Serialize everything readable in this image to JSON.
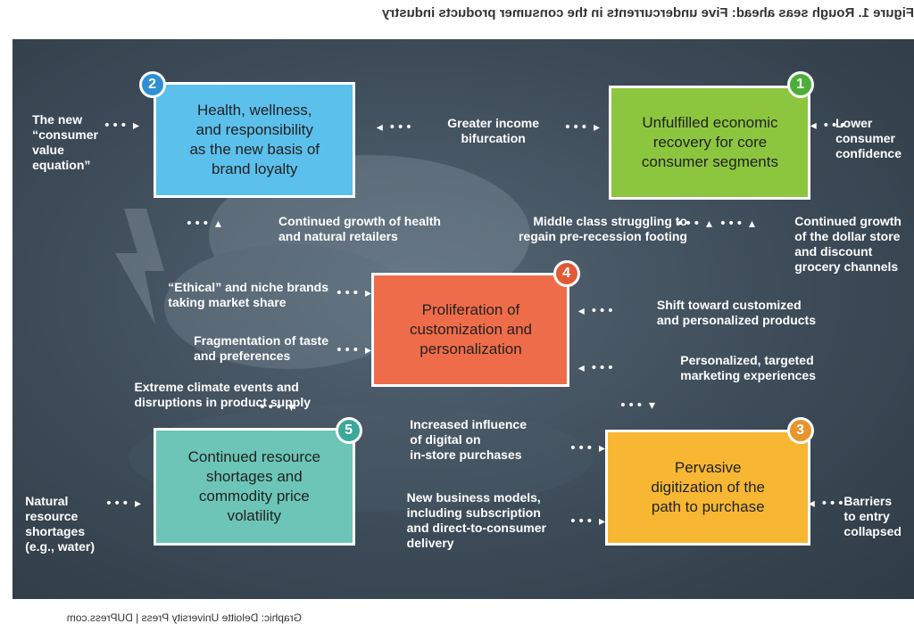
{
  "figure": {
    "title": "Figure 1. Rough seas ahead: Five undercurrents in the consumer products industry",
    "footer": "Graphic: Deloitte University Press | DUPress.com"
  },
  "colors": {
    "panel": "#3c4c5a",
    "box1": "#8cc63f",
    "box2": "#5bc0eb",
    "box3": "#f7b733",
    "box4": "#ef6c4a",
    "box5": "#6cc5b7",
    "badge1": "#4caf3a",
    "badge2": "#2e8fd4",
    "badge3": "#e9932b",
    "badge4": "#e05a36",
    "badge5": "#3aa89a"
  },
  "boxes": {
    "b1": {
      "num": "1",
      "text": "Unfulfilled economic\nrecovery for core\nconsumer segments"
    },
    "b2": {
      "num": "2",
      "text": "Health, wellness,\nand responsibility\nas the new basis of\nbrand loyalty"
    },
    "b3": {
      "num": "3",
      "text": "Pervasive\ndigitization of the\npath to purchase"
    },
    "b4": {
      "num": "4",
      "text": "Proliferation of\ncustomization and\npersonalization"
    },
    "b5": {
      "num": "5",
      "text": "Continued resource\nshortages and\ncommodity price\nvolatility"
    }
  },
  "labels": {
    "lower_confidence": "Lower\nconsumer\nconfidence",
    "greater_income": "Greater income\nbifurcation",
    "new_value_eq": "The new\n“consumer\nvalue\nequation”",
    "middle_class": "Middle class struggling to\nregain pre-recession footing",
    "dollar_store": "Continued growth\nof the dollar store\nand discount\ngrocery channels",
    "health_retailers": "Continued growth of health\nand natural retailers",
    "ethical_brands": "“Ethical” and niche brands\ntaking market share",
    "fragmentation": "Fragmentation of taste\nand preferences",
    "shift_custom": "Shift toward customized\nand personalized products",
    "targeted_mkt": "Personalized, targeted\nmarketing experiences",
    "climate": "Extreme climate events and\ndisruptions in product supply",
    "digital_influence": "Increased influence\nof digital on\nin-store purchases",
    "business_models": "New business models,\nincluding subscription\nand direct-to-consumer\ndelivery",
    "barriers": "Barriers\nto entry\ncollapsed",
    "natural_resource": "Natural\nresource\nshortages\n(e.g., water)"
  }
}
